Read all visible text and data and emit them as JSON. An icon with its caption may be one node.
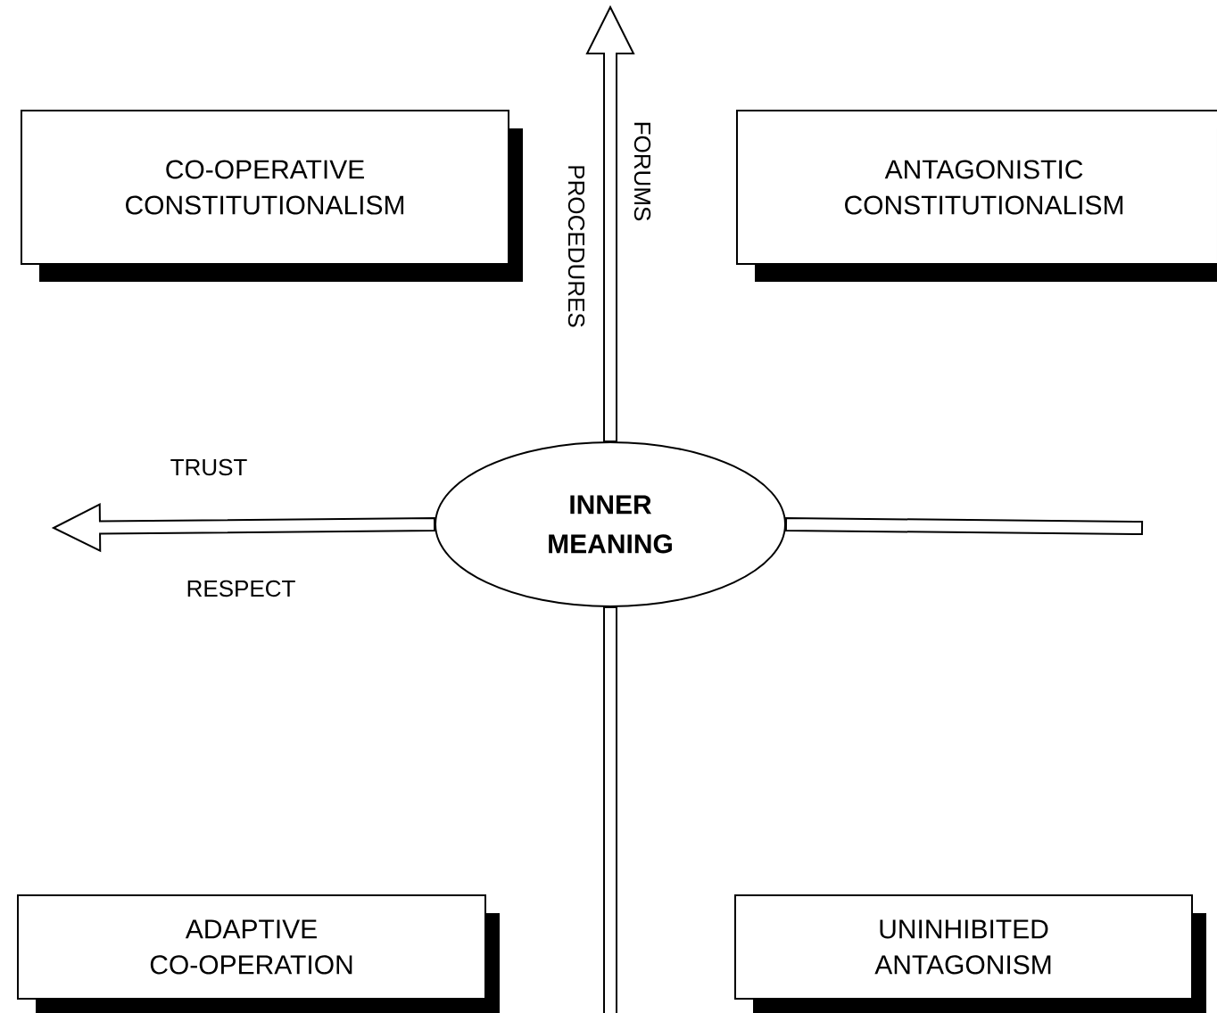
{
  "diagram": {
    "nodes": [
      {
        "text": [
          "CO-OPERATIVE CONSTITUTIONALISM"
        ]
      },
      {
        "text": [
          "ANTAGONISTIC CONSTITUTIONALISM"
        ]
      },
      {
        "text": [
          "INNER MEANING"
        ]
      },
      {
        "text": [
          "ADAPTIVE CO-OPERATION"
        ]
      },
      {
        "text": [
          "UNINHIBITED ANTAGONISM"
        ]
      }
    ],
    "edges": [
      {
        "from": 2,
        "to": null,
        "arrow": "to"
      },
      {
        "from": 2,
        "to": null,
        "arrow": "to"
      },
      {
        "from": 2,
        "to": null,
        "arrow": "none"
      },
      {
        "from": 2,
        "to": null,
        "arrow": "none"
      }
    ],
    "labels": [
      "PROCEDURES",
      "FORUMS",
      "TRUST",
      "RESPECT"
    ]
  }
}
